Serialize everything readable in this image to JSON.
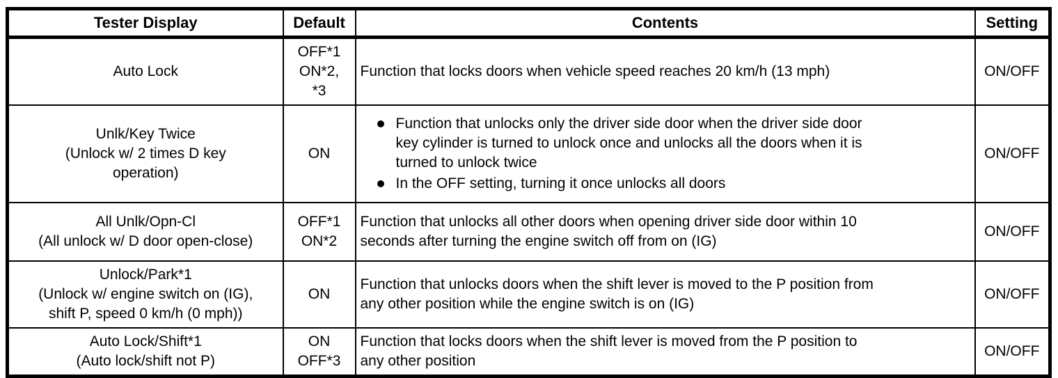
{
  "colors": {
    "background": "#ffffff",
    "text": "#000000",
    "border": "#000000"
  },
  "table": {
    "columns": [
      {
        "label": "Tester Display"
      },
      {
        "label": "Default"
      },
      {
        "label": "Contents"
      },
      {
        "label": "Setting"
      }
    ],
    "rows": [
      {
        "tester_display": [
          "Auto Lock"
        ],
        "default": [
          "OFF*1",
          "ON*2,",
          "*3"
        ],
        "contents": {
          "lines": [
            "Function that locks doors when vehicle speed reaches 20 km/h (13 mph)"
          ]
        },
        "setting": "ON/OFF",
        "height": 88
      },
      {
        "tester_display": [
          "Unlk/Key Twice",
          "(Unlock w/ 2 times D key",
          "operation)"
        ],
        "default": [
          "ON"
        ],
        "contents": {
          "bullets": [
            {
              "lines": [
                "Function that unlocks only the driver side door when the driver side door",
                "key cylinder is turned to unlock once and unlocks all the doors when it is",
                "turned to unlock twice"
              ]
            },
            {
              "lines": [
                "In the OFF setting, turning it once unlocks all doors"
              ]
            }
          ]
        },
        "setting": "ON/OFF",
        "height": 140
      },
      {
        "tester_display": [
          "All Unlk/Opn-Cl",
          "(All unlock w/ D door open-close)"
        ],
        "default": [
          "OFF*1",
          "ON*2"
        ],
        "contents": {
          "lines": [
            "Function that unlocks all other doors when opening driver side door within 10",
            "seconds after turning the engine switch off from on (IG)"
          ]
        },
        "setting": "ON/OFF",
        "height": 84
      },
      {
        "tester_display": [
          "Unlock/Park*1",
          "(Unlock w/ engine switch on (IG),",
          "shift P, speed 0 km/h (0 mph))"
        ],
        "default": [
          "ON"
        ],
        "contents": {
          "lines": [
            "Function that unlocks doors when the shift lever is moved to the P position from",
            "any other position while the engine switch is on (IG)"
          ]
        },
        "setting": "ON/OFF",
        "height": 80
      },
      {
        "tester_display": [
          "Auto Lock/Shift*1",
          "(Auto lock/shift not P)"
        ],
        "default": [
          "ON",
          "OFF*3"
        ],
        "contents": {
          "lines": [
            "Function that locks doors when the shift lever is moved from the P position to",
            "any other position"
          ]
        },
        "setting": "ON/OFF",
        "height": 60
      }
    ]
  }
}
